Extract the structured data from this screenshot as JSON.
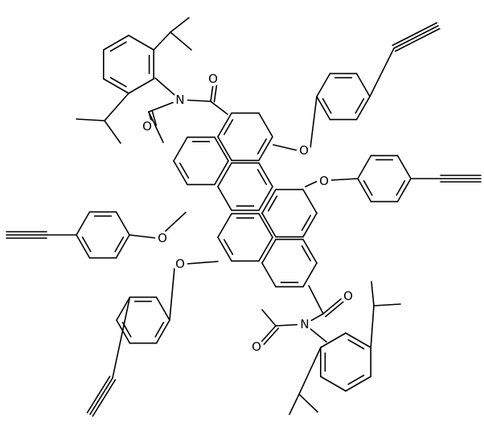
{
  "atom_labels": {
    "o_c1": "O",
    "o_c2": "O",
    "o_c3": "O",
    "o_c4": "O",
    "n_1": "N",
    "n_2": "N",
    "o_e1": "O",
    "o_e2": "O",
    "o_e3": "O",
    "o_e4": "O"
  },
  "colors": {
    "ink": "#000000",
    "background": "#ffffff"
  }
}
